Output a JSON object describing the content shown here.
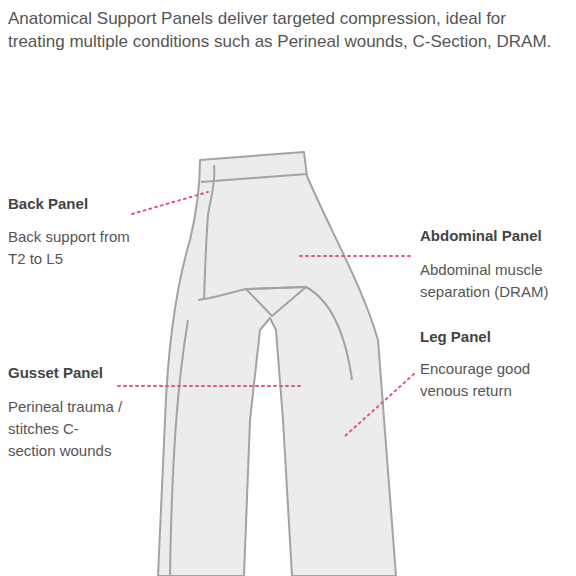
{
  "diagram": {
    "title": "Anatomical Support Panels deliver targeted compression, ideal for treating multiple conditions such as Perineal wounds, C-Section, DRAM.",
    "labels": [
      "Back Panel",
      "Back support from T2 to L5",
      "Abdominal Panel",
      "Abdominal muscle separation (DRAM)",
      "Leg Panel",
      "Encourage good venous return",
      "Gusset Panel",
      "Perineal trauma / stitches C-section wounds"
    ]
  }
}
